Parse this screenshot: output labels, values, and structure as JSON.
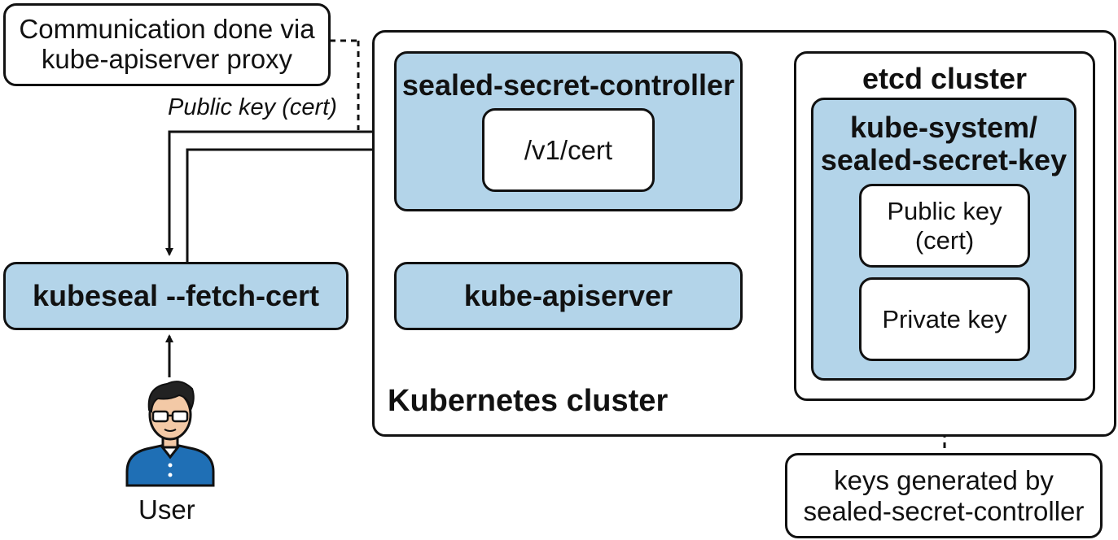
{
  "note_proxy": {
    "line1": "Communication done via",
    "line2": "kube-apiserver proxy"
  },
  "arrow_label": "Public key (cert)",
  "kubeseal": {
    "label": "kubeseal --fetch-cert"
  },
  "user": {
    "label": "User"
  },
  "k8s_cluster": {
    "label": "Kubernetes cluster"
  },
  "controller": {
    "label": "sealed-secret-controller",
    "endpoint": "/v1/cert"
  },
  "apiserver": {
    "label": "kube-apiserver"
  },
  "etcd": {
    "label": "etcd cluster",
    "secret": {
      "line1": "kube-system/",
      "line2": "sealed-secret-key"
    },
    "public_key": {
      "line1": "Public key",
      "line2": "(cert)"
    },
    "private_key": "Private key"
  },
  "note_keys": {
    "line1": "keys generated by",
    "line2": "sealed-secret-controller"
  },
  "colors": {
    "box_fill": "#b3d4e9",
    "stroke": "#111111",
    "user_shirt": "#1f6fb5"
  }
}
